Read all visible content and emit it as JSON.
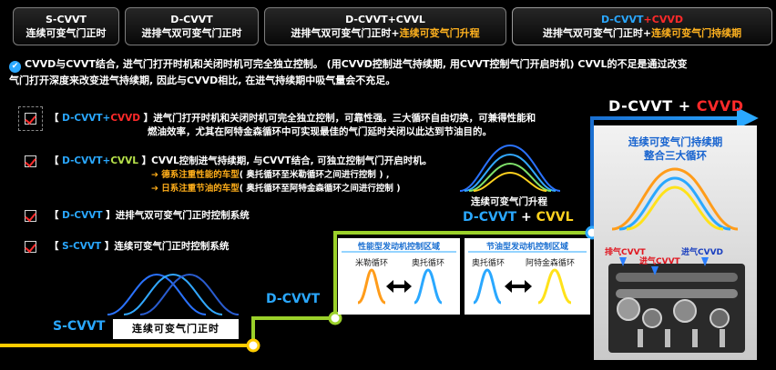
{
  "header": {
    "tabs": [
      {
        "line1": "S-CVVT",
        "line2": "连续可变气门正时"
      },
      {
        "line1": "D-CVVT",
        "line2": "进排气双可变气门正时"
      },
      {
        "line1": "D-CVVT+CVVL",
        "line2a": "进排气双可变气门正时+",
        "line2b": "连续可变气门升程"
      },
      {
        "line1a": "D-CVVT",
        "line1b": "+CVVD",
        "line2a": "进排气双可变气门正时+",
        "line2b": "连续可变气门持续期"
      }
    ]
  },
  "intro": {
    "line1": "CVVD与CVVT结合, 进气门打开时机和关闭时机可完全独立控制。 (用CVVD控制进气持续期, 用CVVT控制气门开启时机) CVVL的不足是通过改变",
    "line2": "气门打开深度来改变进气持续期, 因此与CVVD相比, 在进气持续期中吸气量会不充足。"
  },
  "list": {
    "item1": {
      "tag_a": "D-CVVT+",
      "tag_b": "CVVD",
      "text1": "进气门打开时机和关闭时机可完全独立控制，可靠性强。三大循环自由切换，可兼得性能和",
      "text2": "燃油效率，尤其在阿特金森循环中可实现最佳的气门延时关闭以此达到节油目的。"
    },
    "item2": {
      "tag_a": "D-CVVT+",
      "tag_b": "CVVL",
      "text": "CVVL控制进气持续期, 与CVVT结合, 可独立控制气门开启时机。",
      "sub1_a": "➔ 德系注重性能的车型",
      "sub1_b": "( 奥托循环至米勒循环之间进行控制 ) ,",
      "sub2_a": "➔ 日系注重节油的车型",
      "sub2_b": "( 奥托循环至阿特金森循环之间进行控制 )"
    },
    "item3": {
      "tag": "D-CVVT",
      "text": "进排气双可变气门正时控制系统"
    },
    "item4": {
      "tag": "S-CVVT",
      "text": "连续可变气门正时控制系统"
    }
  },
  "diagram": {
    "s_cvvt_label": "S-CVVT",
    "s_cvvt_caption": "连续可变气门正时",
    "d_cvvt_label": "D-CVVT",
    "cvvl_label_a": "D-CVVT",
    "cvvl_label_b": " + ",
    "cvvl_label_c": "CVVL",
    "cvvl_caption": "连续可变气门升程",
    "perf_title": "性能型发动机控制区域",
    "perf_c1": "米勒循环",
    "perf_c2": "奥托循环",
    "eco_title": "节油型发动机控制区域",
    "eco_c1": "奥托循环",
    "eco_c2": "阿特金森循环",
    "cvvd_label_a": "D-CVVT",
    "cvvd_label_b": " + ",
    "cvvd_label_c": "CVVD",
    "cvvd_caption1": "连续可变气门持续期",
    "cvvd_caption2": "整合三大循环",
    "engine_label1": "排气CVVT",
    "engine_label2": "进气CVVT",
    "engine_label3": "进气CVVD"
  },
  "colors": {
    "accent_blue": "#2aa8ff",
    "accent_red": "#ff2a2a",
    "accent_orange": "#ffb21f",
    "step_yellow": "#ffcc00",
    "step_green": "#9bd12a"
  }
}
